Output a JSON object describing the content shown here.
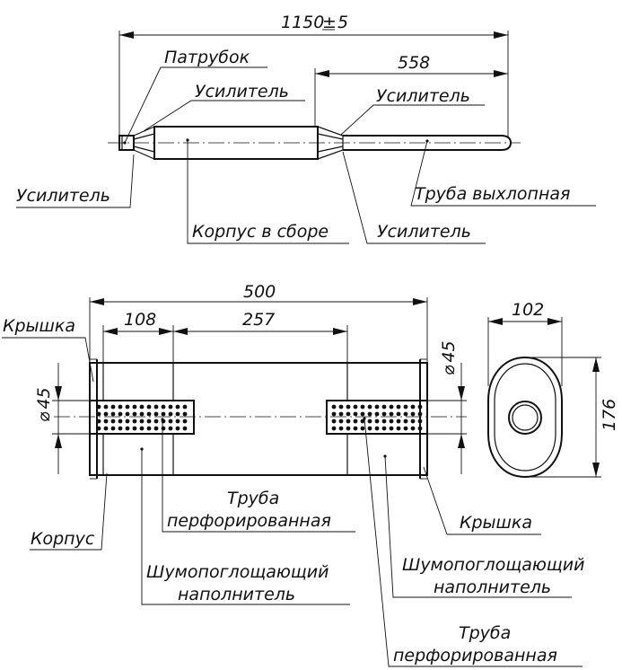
{
  "top_view": {
    "overall_length": "1150",
    "tolerance": "5",
    "tail_length": "558",
    "labels": {
      "patrubok": "Патрубок",
      "usilitel_1": "Усилитель",
      "usilitel_2": "Усилитель",
      "usilitel_3": "Усилитель",
      "usilitel_4": "Усилитель",
      "korpus_v_sbore": "Корпус в сборе",
      "truba_vyhlopnaya": "Труба выхлопная"
    }
  },
  "section_view": {
    "length": "500",
    "end_block": "108",
    "middle": "257",
    "pipe_diameter_left": "45",
    "pipe_diameter_right": "45",
    "diameter_symbol": "⌀",
    "labels": {
      "kryshka_left": "Крышка",
      "kryshka_right": "Крышка",
      "korpus": "Корпус",
      "truba_perf_1_line1": "Труба",
      "truba_perf_1_line2": "перфорированная",
      "shumo_1_line1": "Шумопоглощающий",
      "shumo_1_line2": "наполнитель",
      "shumo_2_line1": "Шумопоглощающий",
      "shumo_2_line2": "наполнитель",
      "truba_perf_2_line1": "Труба",
      "truba_perf_2_line2": "перфорированная"
    }
  },
  "end_view": {
    "width": "102",
    "height": "176"
  }
}
